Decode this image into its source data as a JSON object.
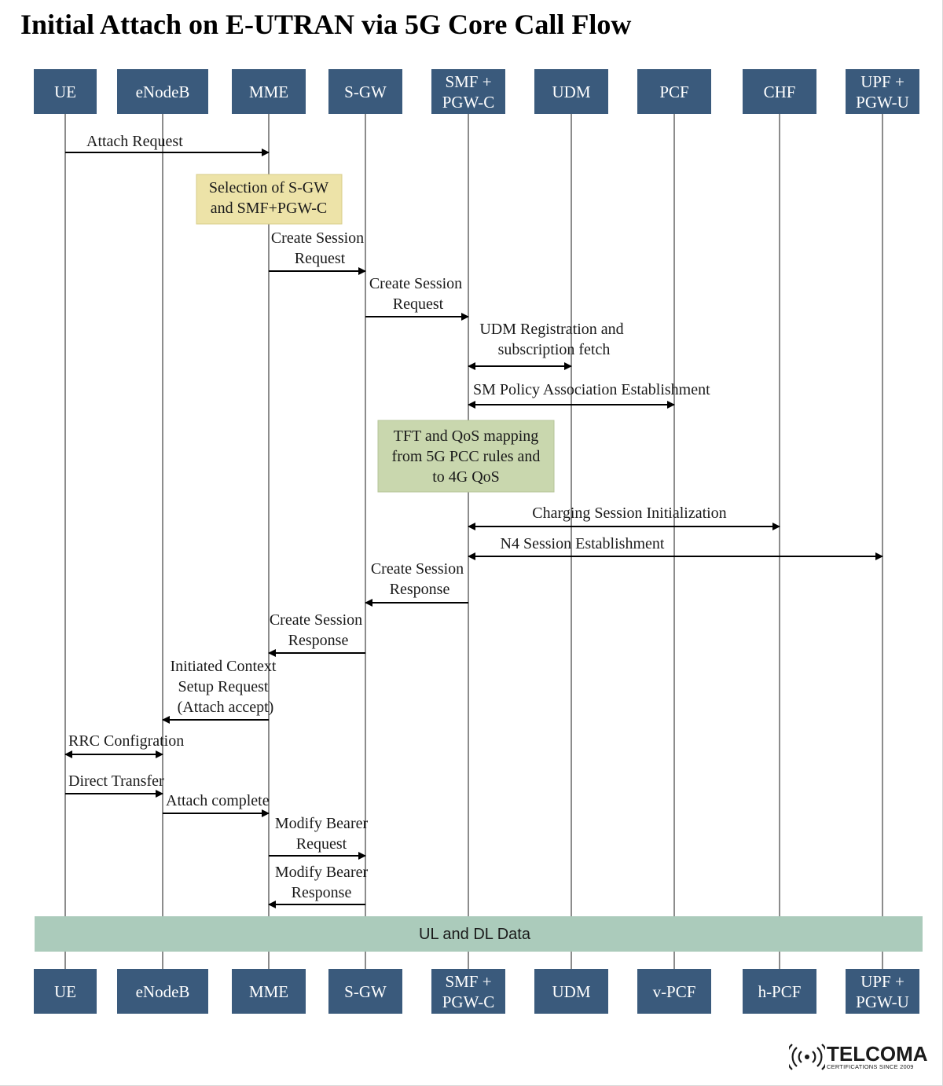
{
  "title": "Initial Attach on E-UTRAN via 5G Core Call Flow",
  "top_entities": [
    [
      "UE"
    ],
    [
      "eNodeB"
    ],
    [
      "MME"
    ],
    [
      "S-GW"
    ],
    [
      "SMF +",
      "PGW-C"
    ],
    [
      "UDM"
    ],
    [
      "PCF"
    ],
    [
      "CHF"
    ],
    [
      "UPF +",
      "PGW-U"
    ]
  ],
  "bottom_entities": [
    [
      "UE"
    ],
    [
      "eNodeB"
    ],
    [
      "MME"
    ],
    [
      "S-GW"
    ],
    [
      "SMF +",
      "PGW-C"
    ],
    [
      "UDM"
    ],
    [
      "v-PCF"
    ],
    [
      "h-PCF"
    ],
    [
      "UPF +",
      "PGW-U"
    ]
  ],
  "notes": [
    {
      "lines": [
        "Selection of S-GW",
        "and SMF+PGW-C"
      ],
      "color": "#ede3a8"
    },
    {
      "lines": [
        "TFT and QoS mapping",
        "from 5G PCC rules and",
        "to 4G QoS"
      ],
      "color": "#c9d7ae"
    }
  ],
  "messages": [
    {
      "from": 0,
      "to": 2,
      "dir": "right",
      "lines": [
        "Attach Request"
      ]
    },
    {
      "from": 2,
      "to": 3,
      "dir": "right",
      "lines": [
        "Create Session",
        "Request"
      ]
    },
    {
      "from": 3,
      "to": 4,
      "dir": "right",
      "lines": [
        "Create Session",
        "Request"
      ]
    },
    {
      "from": 4,
      "to": 5,
      "dir": "both",
      "lines": [
        "UDM Registration and",
        "subscription fetch"
      ]
    },
    {
      "from": 4,
      "to": 6,
      "dir": "both",
      "lines": [
        "SM Policy Association Establishment"
      ]
    },
    {
      "from": 4,
      "to": 7,
      "dir": "both",
      "lines": [
        "Charging Session  Initialization"
      ]
    },
    {
      "from": 4,
      "to": 8,
      "dir": "both",
      "lines": [
        "N4 Session Establishment"
      ]
    },
    {
      "from": 4,
      "to": 3,
      "dir": "left",
      "lines": [
        "Create Session",
        "Response"
      ]
    },
    {
      "from": 3,
      "to": 2,
      "dir": "left",
      "lines": [
        "Create Session",
        "Response"
      ]
    },
    {
      "from": 2,
      "to": 1,
      "dir": "left",
      "lines": [
        "Initiated Context",
        "Setup Request",
        "(Attach accept)"
      ]
    },
    {
      "from": 0,
      "to": 1,
      "dir": "both",
      "lines": [
        "RRC Configration"
      ]
    },
    {
      "from": 0,
      "to": 1,
      "dir": "right",
      "lines": [
        "Direct Transfer"
      ]
    },
    {
      "from": 1,
      "to": 2,
      "dir": "right",
      "lines": [
        "Attach complete"
      ]
    },
    {
      "from": 2,
      "to": 3,
      "dir": "right",
      "lines": [
        "Modify Bearer",
        "Request"
      ]
    },
    {
      "from": 3,
      "to": 2,
      "dir": "left",
      "lines": [
        "Modify Bearer",
        "Response"
      ]
    }
  ],
  "data_bar": "UL and DL Data",
  "logo": {
    "name": "TELCOMA",
    "tagline": "CERTIFICATIONS SINCE 2009"
  },
  "colors": {
    "entity_box": "#3a5a7c",
    "data_bar": "#abcbbb"
  }
}
